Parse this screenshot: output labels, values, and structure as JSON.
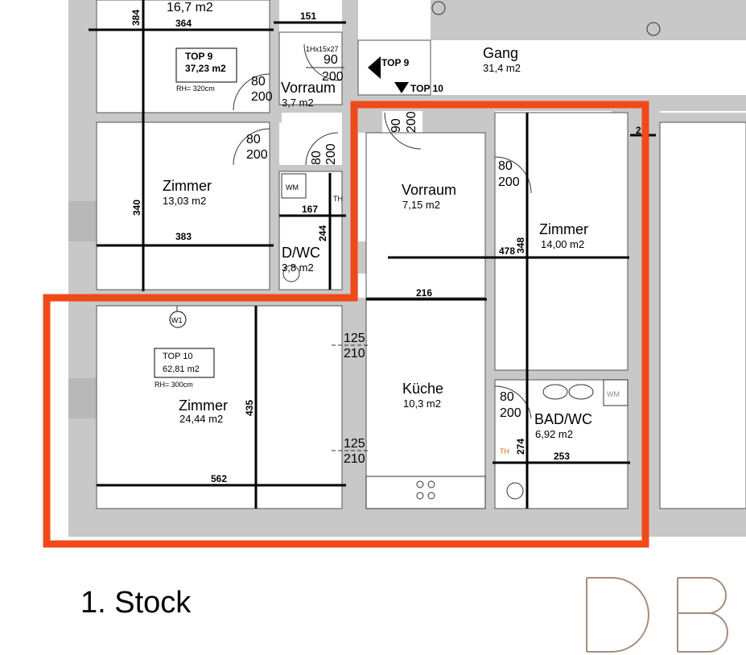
{
  "colors": {
    "highlight": "#f04a1a",
    "wall": "#c8c8c8",
    "logo": "#a48e80",
    "th": "#d2691e"
  },
  "floor_label": "1. Stock",
  "logo": "DB",
  "units": {
    "top9": {
      "label": "TOP 9",
      "area": "37,23 m2",
      "height": "RH= 320cm"
    },
    "top10": {
      "label": "TOP 10",
      "area": "62,81 m2",
      "height": "RH= 300cm"
    }
  },
  "markers": {
    "top9": "TOP 9",
    "top10": "TOP 10",
    "w1": "W1"
  },
  "rooms": {
    "top_room": {
      "area": "16,7 m2"
    },
    "gang": {
      "name": "Gang",
      "area": "31,4 m2"
    },
    "vorraum_top9": {
      "name": "Vorraum",
      "area": "3,7 m2"
    },
    "zimmer_top9": {
      "name": "Zimmer",
      "area": "13,03 m2"
    },
    "dwc": {
      "name": "D/WC",
      "area": "3,8 m2"
    },
    "vorraum": {
      "name": "Vorraum",
      "area": "7,15 m2"
    },
    "zimmer_right": {
      "name": "Zimmer",
      "area": "14,00 m2"
    },
    "zimmer_left": {
      "name": "Zimmer",
      "area": "24,44 m2"
    },
    "kueche": {
      "name": "Küche",
      "area": "10,3 m2"
    },
    "bad": {
      "name": "BAD/WC",
      "area": "6,92 m2"
    }
  },
  "dimensions": {
    "d384a": "384",
    "d364": "364",
    "d151": "151",
    "d340": "340",
    "d383": "383",
    "d167": "167",
    "d244": "244",
    "d216": "216",
    "d478": "478",
    "d348": "348",
    "d2": "2",
    "d435": "435",
    "d562": "562",
    "d274": "274",
    "d253": "253"
  },
  "doors": {
    "entry9": {
      "w": "90",
      "h": "200",
      "note": "1Hx15x27"
    },
    "v9": {
      "w": "80",
      "h": "200"
    },
    "z9": {
      "w": "80",
      "h": "200"
    },
    "dwc": {
      "w": "80",
      "h": "200"
    },
    "entry10": {
      "w": "90",
      "h": "200"
    },
    "z14": {
      "w": "80",
      "h": "200"
    },
    "win1": {
      "w": "125",
      "h": "210"
    },
    "win2": {
      "w": "125",
      "h": "210"
    },
    "bad": {
      "w": "80",
      "h": "200"
    }
  },
  "fixtures": {
    "wm": "WM",
    "th": "TH"
  }
}
